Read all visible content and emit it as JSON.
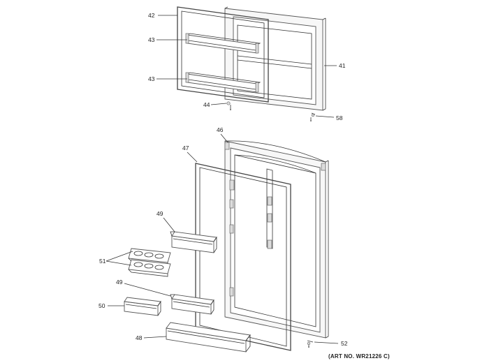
{
  "callouts": {
    "p42": "42",
    "p43a": "43",
    "p43b": "43",
    "p41": "41",
    "p44": "44",
    "p58": "58",
    "p46": "46",
    "p47": "47",
    "p49a": "49",
    "p51": "51",
    "p49b": "49",
    "p50": "50",
    "p48": "48",
    "p52": "52"
  },
  "art_number": "(ART NO. WR21226 C)"
}
